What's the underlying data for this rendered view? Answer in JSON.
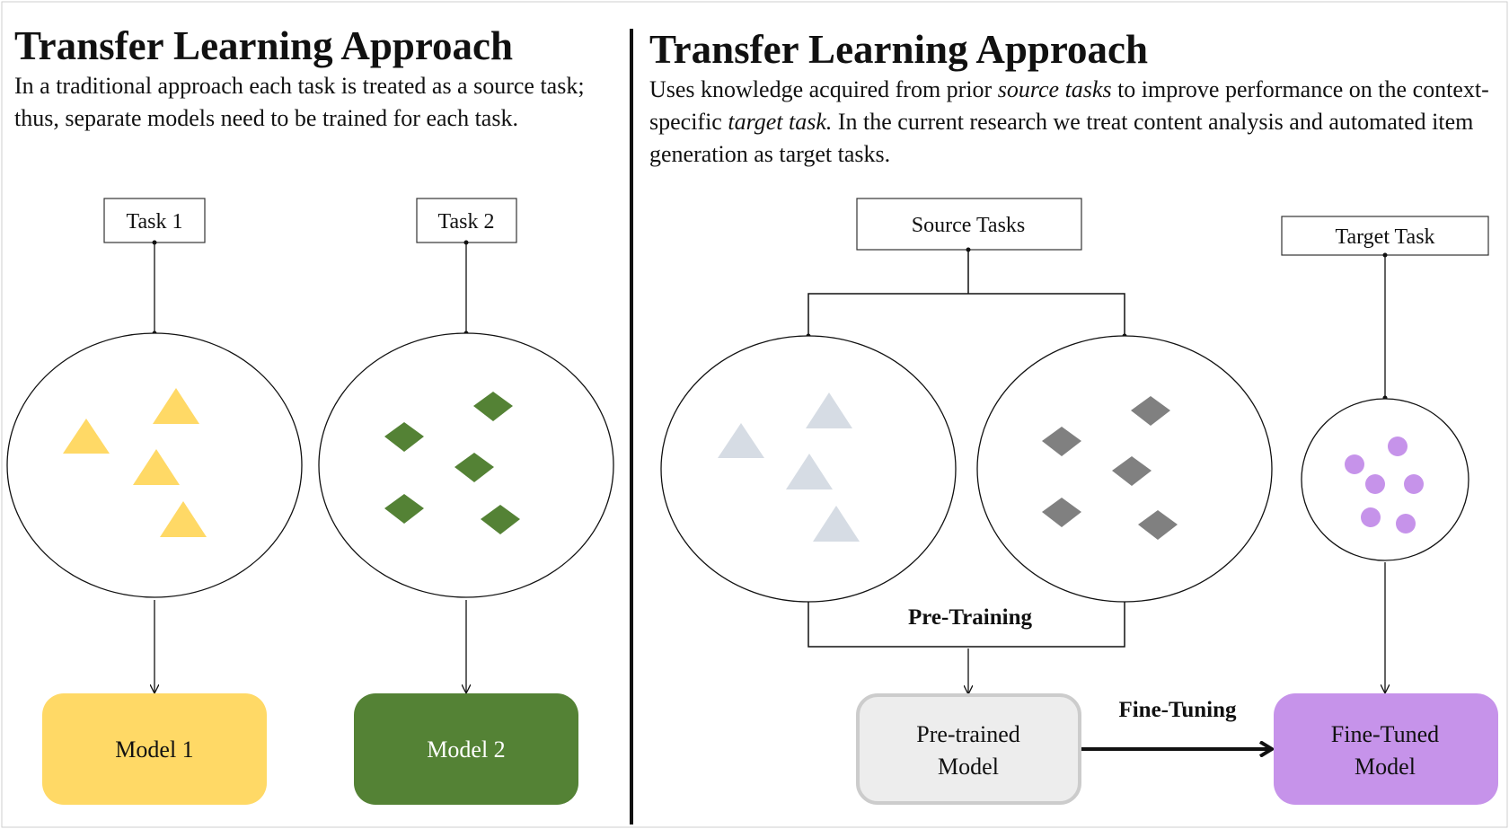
{
  "left": {
    "title": "Transfer Learning Approach",
    "description": "In a traditional approach each task is treated as a source task; thus, separate models need to be trained for each task.",
    "task1_label": "Task 1",
    "task2_label": "Task 2",
    "model1_label": "Model 1",
    "model2_label": "Model 2"
  },
  "right": {
    "title": "Transfer Learning Approach",
    "description_parts": {
      "a": "Uses knowledge acquired from prior ",
      "b": "source tasks",
      "c": " to improve performance on the context-specific ",
      "d": "target task.",
      "e": " In the current research we treat content analysis and automated item generation as target tasks."
    },
    "source_tasks_label": "Source Tasks",
    "target_task_label": "Target Task",
    "pretraining_label": "Pre-Training",
    "finetuning_label": "Fine-Tuning",
    "pretrained_model_line1": "Pre-trained",
    "pretrained_model_line2": "Model",
    "finetuned_model_line1": "Fine-Tuned",
    "finetuned_model_line2": "Model"
  },
  "colors": {
    "yellow": "#FFD966",
    "green": "#548235",
    "light_gray": "#D6DCE4",
    "dark_gray": "#808080",
    "purple": "#C693EA",
    "pretrained_fill": "#EDEDED",
    "pretrained_border": "#CCCCCC"
  }
}
